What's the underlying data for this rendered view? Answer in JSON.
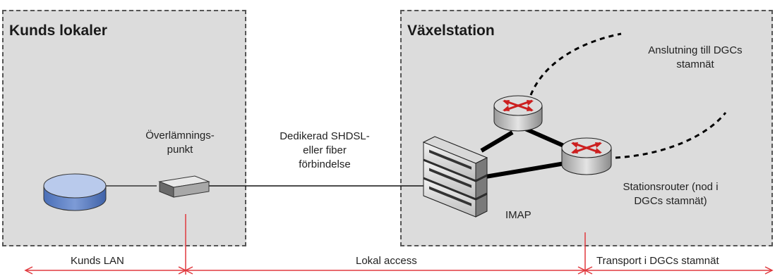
{
  "zones": {
    "customer": {
      "title": "Kunds lokaler"
    },
    "exchange": {
      "title": "Växelstation"
    }
  },
  "labels": {
    "handover_line1": "Överlämnings-",
    "handover_line2": "punkt",
    "link_line1": "Dedikerad SHDSL-",
    "link_line2": "eller fiber",
    "link_line3": "förbindelse",
    "backbone_line1": "Anslutning till DGCs",
    "backbone_line2": "stamnät",
    "router_line1": "Stationsrouter (nod i",
    "router_line2": "DGCs stamnät)",
    "imap": "IMAP"
  },
  "spans": {
    "customer_lan": "Kunds LAN",
    "local_access": "Lokal access",
    "transport": "Transport i DGCs stamnät"
  },
  "colors": {
    "zone_fill": "#dcdcdc",
    "zone_border": "#555555",
    "marker_red": "#e0393e",
    "disk_blue": "#8ea8dc",
    "router_red": "#cc1f1f"
  }
}
